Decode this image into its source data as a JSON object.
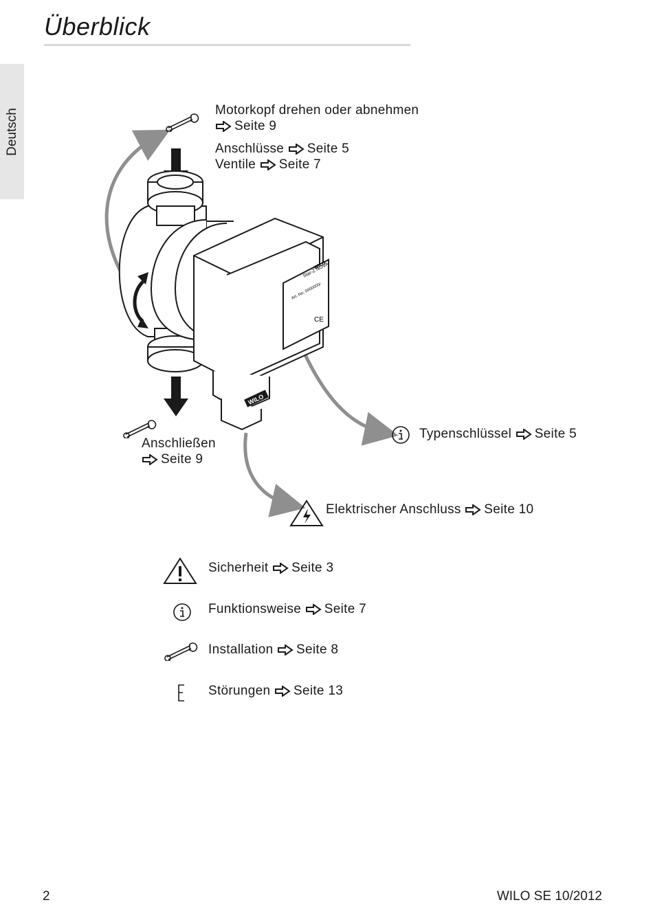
{
  "header": {
    "title": "Überblick",
    "language_tab": "Deutsch"
  },
  "callouts": {
    "motor_head": {
      "line1": "Motorkopf drehen oder abnehmen",
      "line2_link": "Seite 9"
    },
    "connections": {
      "label": "Anschlüsse",
      "link": "Seite 5"
    },
    "valves": {
      "label": "Ventile",
      "link": "Seite 7"
    },
    "connect": {
      "label": "Anschließen",
      "link": "Seite 9"
    },
    "type_key": {
      "label": "Typenschlüssel",
      "link": "Seite 5"
    },
    "electrical": {
      "label": "Elektrischer Anschluss",
      "link": "Seite 10"
    }
  },
  "index": [
    {
      "icon": "warning-icon",
      "label": "Sicherheit",
      "link": "Seite 3"
    },
    {
      "icon": "info-icon",
      "label": "Funktionsweise",
      "link": "Seite 7"
    },
    {
      "icon": "wrench-icon",
      "label": "Installation",
      "link": "Seite 8"
    },
    {
      "icon": "error-e-icon",
      "label": "Störungen",
      "link": "Seite 13"
    }
  ],
  "pump_label": {
    "brand": "WILO",
    "model": "Star-Z NOVA",
    "art_no": "Art.-No. 0000000/",
    "cert": "CE"
  },
  "footer": {
    "page_number": "2",
    "publisher": "WILO SE 10/2012"
  },
  "colors": {
    "arrow_gray": "#8f8f8f",
    "tab_gray": "#e6e6e6",
    "rule_gray": "#d9d9d9",
    "ink": "#1a1a1a"
  }
}
